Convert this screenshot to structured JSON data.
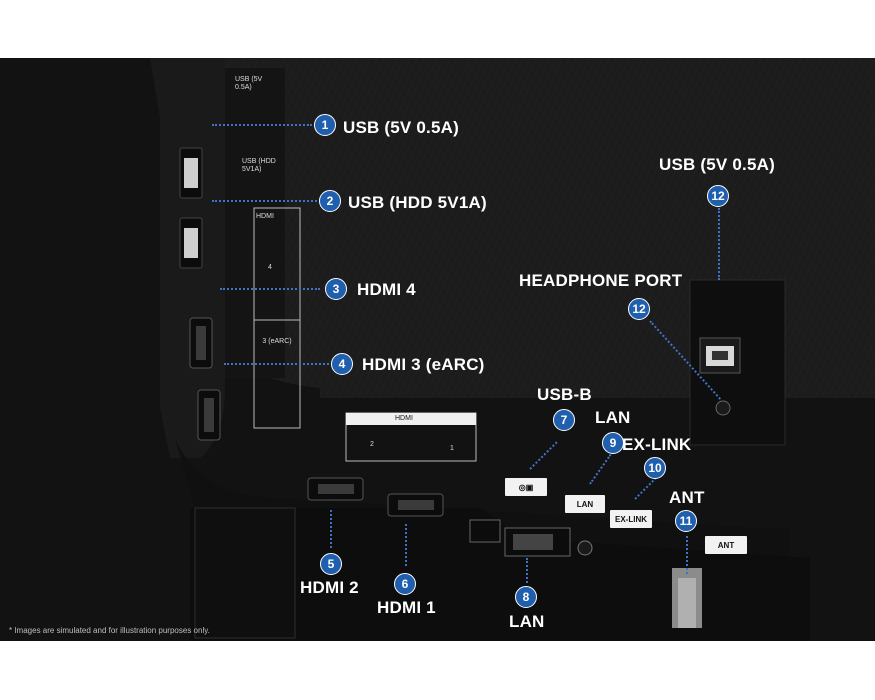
{
  "callouts": [
    {
      "num": "1",
      "label": "USB (5V 0.5A)"
    },
    {
      "num": "2",
      "label": "USB (HDD 5V1A)"
    },
    {
      "num": "3",
      "label": "HDMI 4"
    },
    {
      "num": "4",
      "label": "HDMI 3 (eARC)"
    },
    {
      "num": "5",
      "label": "HDMI 2"
    },
    {
      "num": "6",
      "label": "HDMI 1"
    },
    {
      "num": "7",
      "label": "USB-B"
    },
    {
      "num": "8",
      "label": "LAN"
    },
    {
      "num": "9",
      "label": "LAN"
    },
    {
      "num": "10",
      "label": "EX-LINK"
    },
    {
      "num": "11",
      "label": "ANT"
    },
    {
      "num": "12",
      "label": "HEADPHONE PORT"
    },
    {
      "num": "12",
      "label": "USB (5V 0.5A)"
    }
  ],
  "panel_labels": {
    "usb1": "USB (5V 0.5A)",
    "usb2": "USB (HDD 5V1A)",
    "hdmi_header": "HDMI",
    "hdmi4": "4",
    "hdmi3": "3 (eARC)",
    "hdmi_bottom_header": "HDMI",
    "hdmi_bottom_2": "2",
    "hdmi_bottom_1": "1",
    "lan_tag": "LAN",
    "exlink_tag": "EX-LINK",
    "ant_tag": "ANT"
  },
  "disclaimer": "* Images are simulated and for illustration purposes only.",
  "colors": {
    "badge": "#1f5fae",
    "lead": "#3f74c4",
    "background": "#161616"
  }
}
